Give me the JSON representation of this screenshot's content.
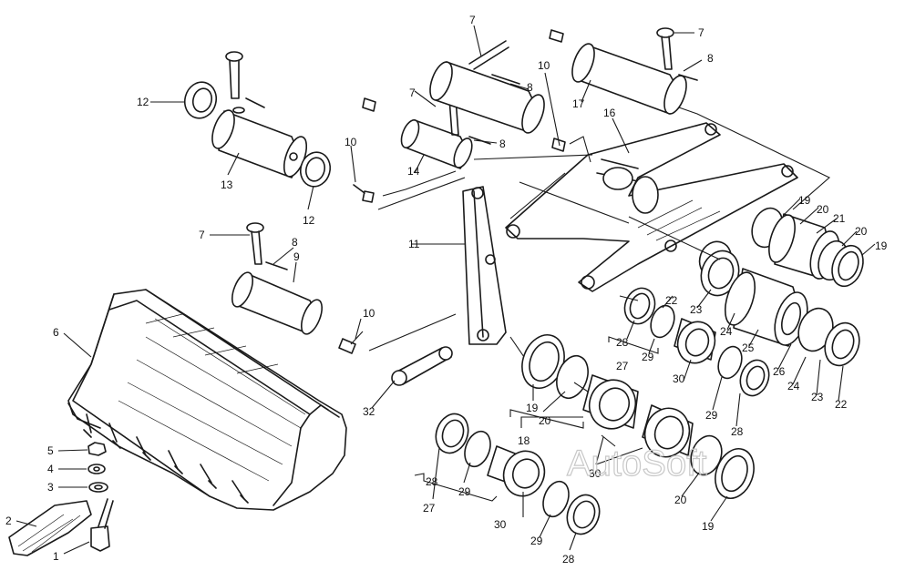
{
  "diagram": {
    "labels": [
      {
        "id": "1",
        "text": "1"
      },
      {
        "id": "2",
        "text": "2"
      },
      {
        "id": "3",
        "text": "3"
      },
      {
        "id": "4",
        "text": "4"
      },
      {
        "id": "5",
        "text": "5"
      },
      {
        "id": "6",
        "text": "6"
      },
      {
        "id": "7a",
        "text": "7"
      },
      {
        "id": "7b",
        "text": "7"
      },
      {
        "id": "7c",
        "text": "7"
      },
      {
        "id": "7d",
        "text": "7"
      },
      {
        "id": "8a",
        "text": "8"
      },
      {
        "id": "8b",
        "text": "8"
      },
      {
        "id": "8c",
        "text": "8"
      },
      {
        "id": "8d",
        "text": "8"
      },
      {
        "id": "9",
        "text": "9"
      },
      {
        "id": "10a",
        "text": "10"
      },
      {
        "id": "10b",
        "text": "10"
      },
      {
        "id": "10c",
        "text": "10"
      },
      {
        "id": "11",
        "text": "11"
      },
      {
        "id": "12a",
        "text": "12"
      },
      {
        "id": "12b",
        "text": "12"
      },
      {
        "id": "13",
        "text": "13"
      },
      {
        "id": "14",
        "text": "14"
      },
      {
        "id": "16",
        "text": "16"
      },
      {
        "id": "17",
        "text": "17"
      },
      {
        "id": "18",
        "text": "18"
      },
      {
        "id": "19a",
        "text": "19"
      },
      {
        "id": "19b",
        "text": "19"
      },
      {
        "id": "19c",
        "text": "19"
      },
      {
        "id": "19d",
        "text": "19"
      },
      {
        "id": "20a",
        "text": "20"
      },
      {
        "id": "20b",
        "text": "20"
      },
      {
        "id": "20c",
        "text": "20"
      },
      {
        "id": "20d",
        "text": "20"
      },
      {
        "id": "21",
        "text": "21"
      },
      {
        "id": "22a",
        "text": "22"
      },
      {
        "id": "22b",
        "text": "22"
      },
      {
        "id": "23a",
        "text": "23"
      },
      {
        "id": "23b",
        "text": "23"
      },
      {
        "id": "24a",
        "text": "24"
      },
      {
        "id": "24b",
        "text": "24"
      },
      {
        "id": "25",
        "text": "25"
      },
      {
        "id": "26",
        "text": "26"
      },
      {
        "id": "27a",
        "text": "27"
      },
      {
        "id": "27b",
        "text": "27"
      },
      {
        "id": "28a",
        "text": "28"
      },
      {
        "id": "28b",
        "text": "28"
      },
      {
        "id": "28c",
        "text": "28"
      },
      {
        "id": "28d",
        "text": "28"
      },
      {
        "id": "29a",
        "text": "29"
      },
      {
        "id": "29b",
        "text": "29"
      },
      {
        "id": "29c",
        "text": "29"
      },
      {
        "id": "29d",
        "text": "29"
      },
      {
        "id": "30a",
        "text": "30"
      },
      {
        "id": "30b",
        "text": "30"
      },
      {
        "id": "30c",
        "text": "30"
      },
      {
        "id": "32",
        "text": "32"
      }
    ],
    "watermark": "AutoSoft"
  }
}
